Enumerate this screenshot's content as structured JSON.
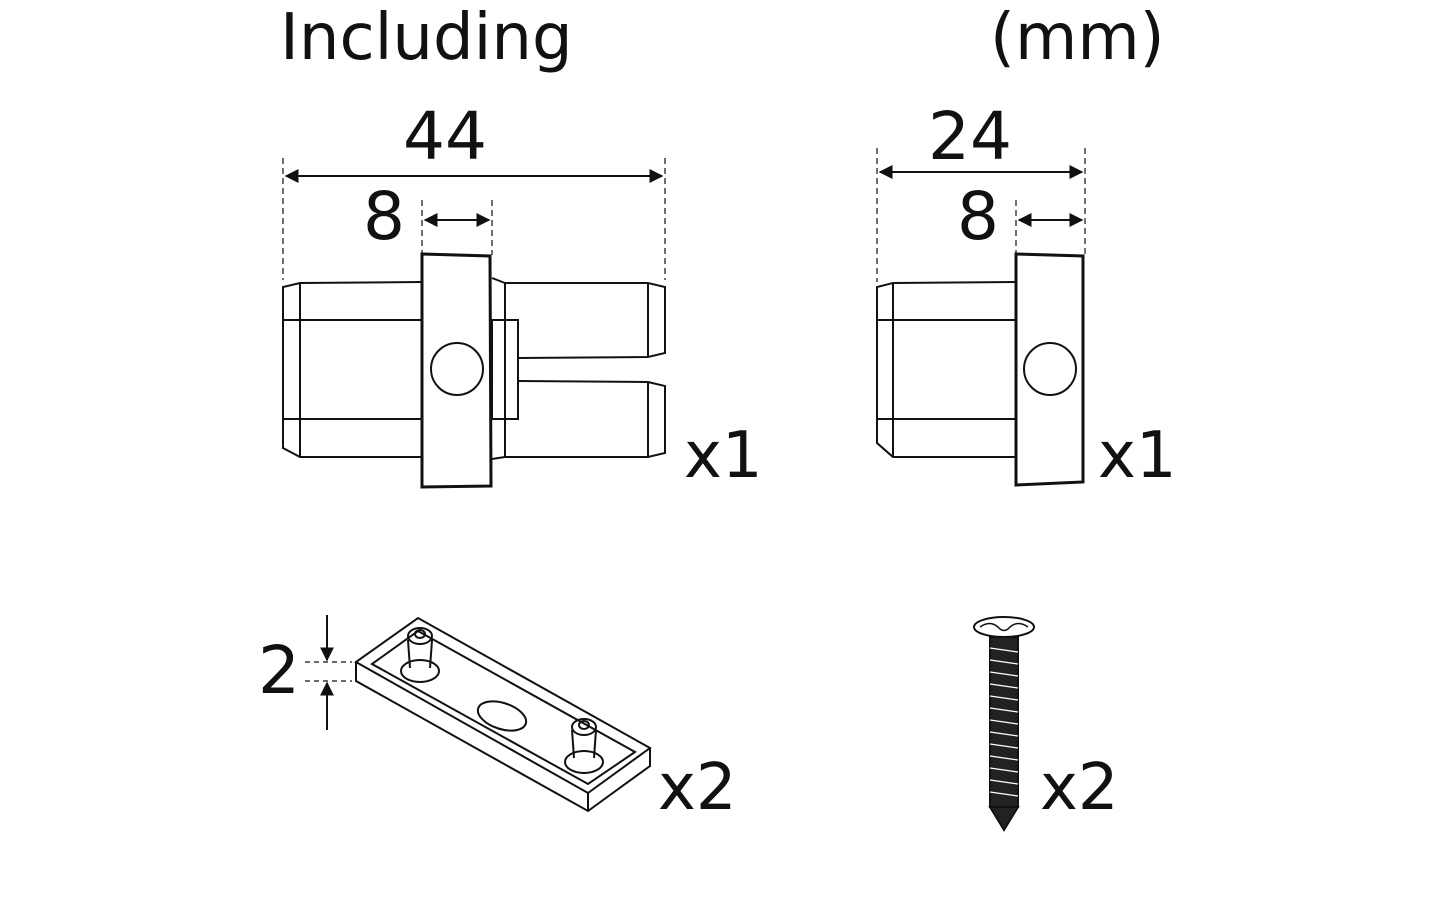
{
  "header": {
    "title_left": "Including",
    "title_right": "(mm)"
  },
  "parts": [
    {
      "name": "double-end-connector",
      "dimension_total": "44",
      "dimension_flange": "8",
      "quantity": "x1"
    },
    {
      "name": "single-end-cap",
      "dimension_total": "24",
      "dimension_flange": "8",
      "quantity": "x1"
    },
    {
      "name": "mounting-clip",
      "dimension_height": "2",
      "quantity": "x2"
    },
    {
      "name": "screw",
      "quantity": "x2"
    }
  ],
  "colors": {
    "line": "#111111",
    "background": "#ffffff"
  }
}
